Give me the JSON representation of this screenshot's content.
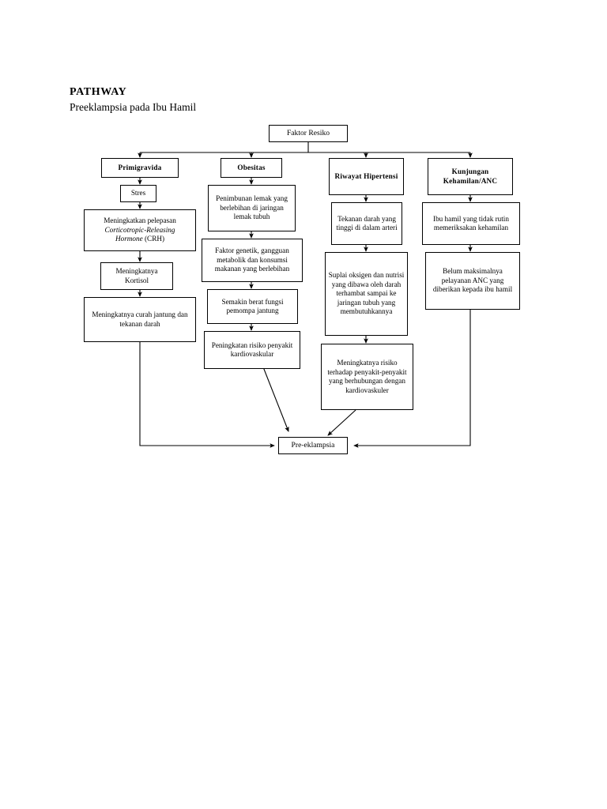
{
  "heading": {
    "title": "PATHWAY",
    "subtitle": "Preeklampsia pada Ibu Hamil"
  },
  "diagram": {
    "type": "flowchart",
    "orientation": "top-down",
    "root": {
      "label": "Faktor Resiko"
    },
    "outcome": {
      "label": "Pre-eklampsia"
    },
    "branches": [
      {
        "name": "primigravida",
        "header": "Primigravida",
        "steps": [
          "Stres",
          "Meningkatkan pelepasan Corticotropic-Releasing Hormone (CRH)",
          "Meningkatnya Kortisol",
          "Meningkatnya curah jantung dan tekanan darah"
        ]
      },
      {
        "name": "obesitas",
        "header": "Obesitas",
        "steps": [
          "Penimbunan lemak yang berlebihan di jaringan lemak tubuh",
          "Faktor genetik, gangguan metabolik dan konsumsi makanan yang berlebihan",
          "Semakin berat fungsi pemompa jantung",
          "Peningkatan risiko penyakit kardiovaskular"
        ]
      },
      {
        "name": "riwayat-hipertensi",
        "header": "Riwayat Hipertensi",
        "steps": [
          "Tekanan darah yang tinggi di dalam arteri",
          "Suplai oksigen dan nutrisi yang dibawa oleh darah terhambat sampai ke jaringan tubuh yang membutuhkannya",
          "Meningkatnya risiko terhadap penyakit-penyakit yang berhubungan dengan kardiovaskuler"
        ]
      },
      {
        "name": "kunjungan-anc",
        "header": "Kunjungan Kehamilan/ANC",
        "steps": [
          "Ibu hamil yang tidak rutin memeriksakan kehamilan",
          "Belum maksimalnya pelayanan ANC yang diberikan kepada ibu hamil"
        ]
      }
    ],
    "nodes": {
      "root": "Faktor Resiko",
      "b1_header": "Primigravida",
      "b1_s1": "Stres",
      "b1_s2_line1": "Meningkatkan pelepasan",
      "b1_s2_line2": "Corticotropic-Releasing",
      "b1_s2_line3": "Hormone",
      "b1_s2_line4": " (CRH)",
      "b1_s3": "Meningkatnya Kortisol",
      "b1_s4": "Meningkatnya curah jantung dan tekanan darah",
      "b2_header": "Obesitas",
      "b2_s1": "Penimbunan lemak yang berlebihan di jaringan lemak tubuh",
      "b2_s2": "Faktor genetik, gangguan metabolik dan konsumsi makanan yang berlebihan",
      "b2_s3": "Semakin berat fungsi pemompa jantung",
      "b2_s4": "Peningkatan risiko penyakit kardiovaskular",
      "b3_header": "Riwayat Hipertensi",
      "b3_s1": "Tekanan darah yang tinggi di dalam arteri",
      "b3_s2": "Suplai oksigen dan nutrisi yang dibawa oleh darah terhambat sampai ke jaringan tubuh yang membutuhkannya",
      "b3_s3": "Meningkatnya risiko terhadap penyakit-penyakit yang berhubungan dengan kardiovaskuler",
      "b4_header": "Kunjungan Kehamilan/ANC",
      "b4_s1": "Ibu hamil yang tidak rutin memeriksakan kehamilan",
      "b4_s2": "Belum maksimalnya pelayanan ANC yang diberikan kepada ibu hamil",
      "outcome": "Pre-eklampsia"
    },
    "style": {
      "stroke": "#000000",
      "fill": "#ffffff",
      "page_background": "#ffffff"
    }
  }
}
